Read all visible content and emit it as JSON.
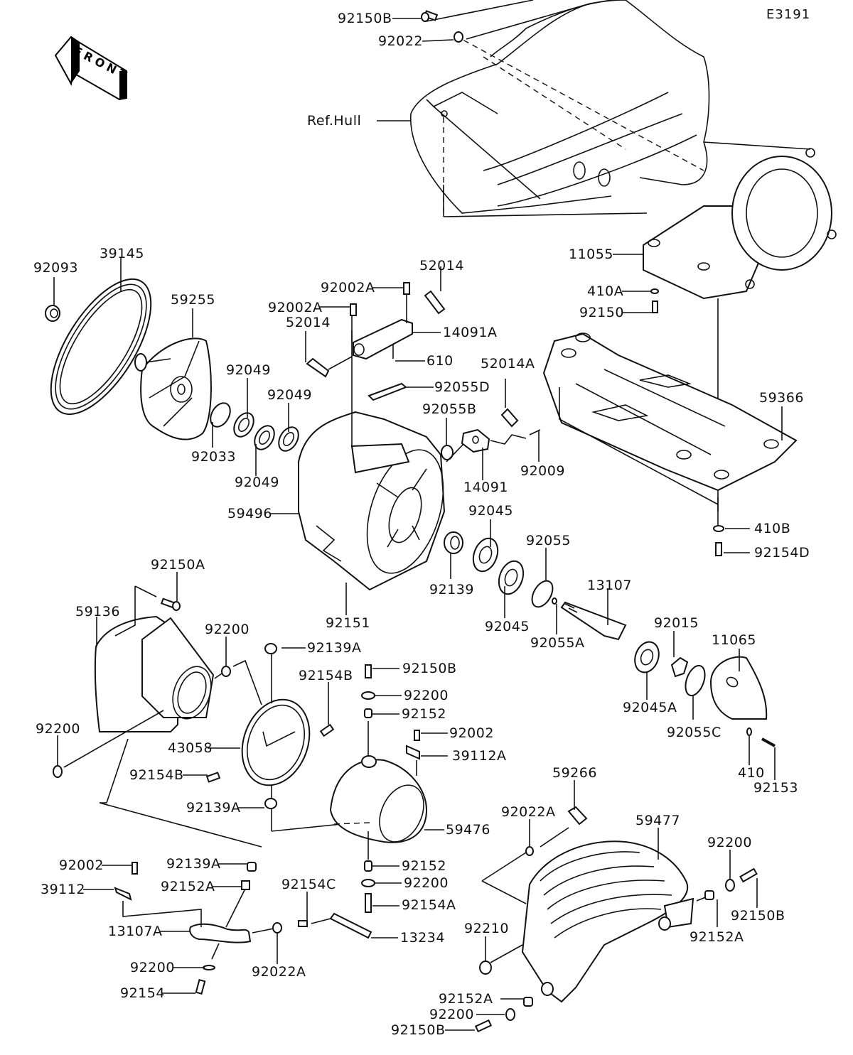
{
  "diagram": {
    "code": "E3191",
    "front_label": "FRONT",
    "ref_hull": "Ref.Hull"
  },
  "labels": {
    "p92150B_top": "92150B",
    "p92022_top": "92022",
    "p11055": "11055",
    "p410A": "410A",
    "p92150": "92150",
    "p59366": "59366",
    "p410B": "410B",
    "p92154D": "92154D",
    "p92093": "92093",
    "p39145": "39145",
    "p59255": "59255",
    "p92049_a": "92049",
    "p92049_b": "92049",
    "p92049_c": "92049",
    "p92033": "92033",
    "p92002A_a": "92002A",
    "p92002A_b": "92002A",
    "p52014_a": "52014",
    "p52014_b": "52014",
    "p14091A": "14091A",
    "p610": "610",
    "p92055D": "92055D",
    "p52014A": "52014A",
    "p92055B": "92055B",
    "p14091": "14091",
    "p92009": "92009",
    "p59496": "59496",
    "p92151": "92151",
    "p92139": "92139",
    "p92045_a": "92045",
    "p92045_b": "92045",
    "p92055": "92055",
    "p92055A": "92055A",
    "p13107": "13107",
    "p92015": "92015",
    "p92045A": "92045A",
    "p92055C": "92055C",
    "p11065": "11065",
    "p410": "410",
    "p92153": "92153",
    "p92150A": "92150A",
    "p59136": "59136",
    "p92200_a": "92200",
    "p92200_b": "92200",
    "p43058": "43058",
    "p92154B_a": "92154B",
    "p92154B_b": "92154B",
    "p92139A_a": "92139A",
    "p92139A_b": "92139A",
    "p92139A_c": "92139A",
    "p92150B_mid": "92150B",
    "p92200_c": "92200",
    "p92152_a": "92152",
    "p92002_a": "92002",
    "p39112A": "39112A",
    "p59476": "59476",
    "p92152_b": "92152",
    "p92200_d": "92200",
    "p92154A": "92154A",
    "p92154C": "92154C",
    "p13234": "13234",
    "p92002_b": "92002",
    "p39112": "39112",
    "p92152A_a": "92152A",
    "p13107A": "13107A",
    "p92200_e": "92200",
    "p92022A_a": "92022A",
    "p92154": "92154",
    "p59266": "59266",
    "p92022A_b": "92022A",
    "p59477": "59477",
    "p92200_f": "92200",
    "p92150B_r": "92150B",
    "p92152A_b": "92152A",
    "p92210": "92210",
    "p92152A_c": "92152A",
    "p92200_g": "92200",
    "p92150B_bot": "92150B"
  }
}
